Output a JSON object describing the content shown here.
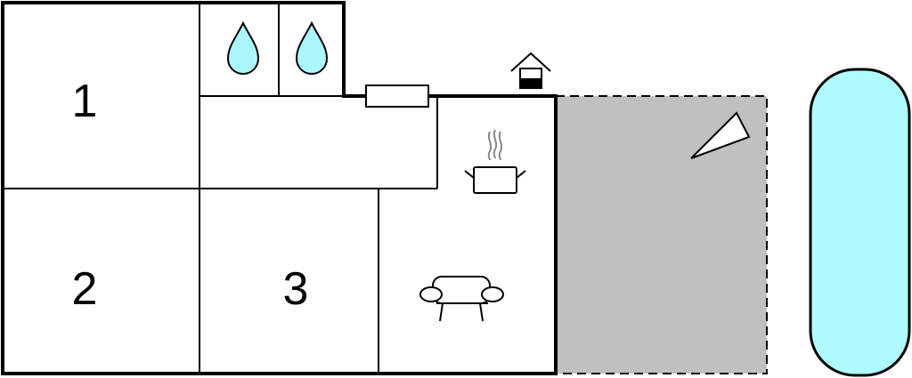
{
  "rooms": [
    {
      "id": "bedroom-1",
      "label": "1"
    },
    {
      "id": "bedroom-2",
      "label": "2"
    },
    {
      "id": "bedroom-3",
      "label": "3"
    }
  ],
  "icons": {
    "bathroom": [
      "water-drop-icon",
      "water-drop-icon"
    ],
    "kitchen": "cooking-pot-icon",
    "living": "sofa-icon",
    "entrance": "house-icon",
    "terrace": "triangle-marker-icon",
    "pool": "pool-icon"
  },
  "colors": {
    "walls": "#000000",
    "water": "#aaf8fb",
    "terrace": "#c0c0c0",
    "pool": "#aefcfd",
    "steam": "#888888"
  }
}
